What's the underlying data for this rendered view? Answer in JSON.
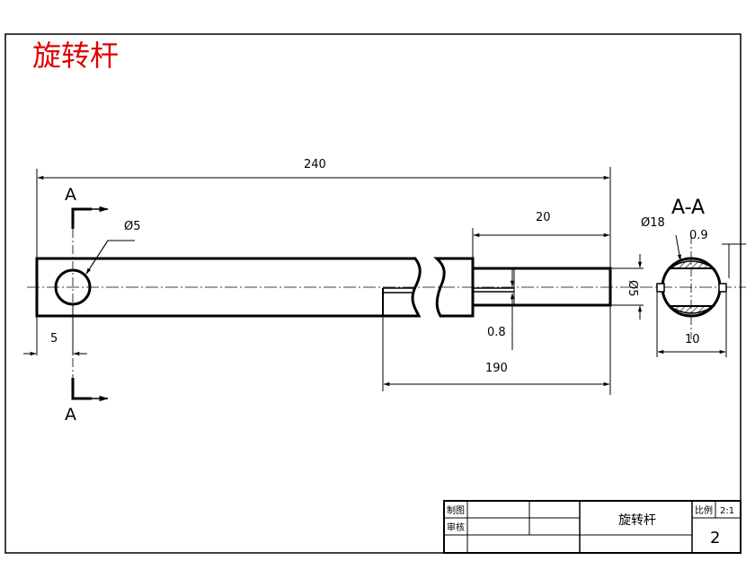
{
  "title": "旋转杆",
  "section_labels": {
    "top": "A",
    "bottom": "A",
    "view": "A-A"
  },
  "dimensions": {
    "overall_length": "240",
    "journal_length": "20",
    "journal_dia": "Ø5",
    "hole_dia": "Ø5",
    "hole_offset": "5",
    "groove_depth": "0.8",
    "reduced_length": "190",
    "section_dia": "Ø18",
    "flat_depth": "0.9",
    "flat_width": "10"
  },
  "title_block": {
    "drawn_label": "制图",
    "checked_label": "审核",
    "part_name": "旋转杆",
    "scale_label": "比例",
    "scale_value": "2:1",
    "sheet_number": "2"
  },
  "colors": {
    "title": "#e00000",
    "line": "#000000",
    "background": "#ffffff"
  }
}
